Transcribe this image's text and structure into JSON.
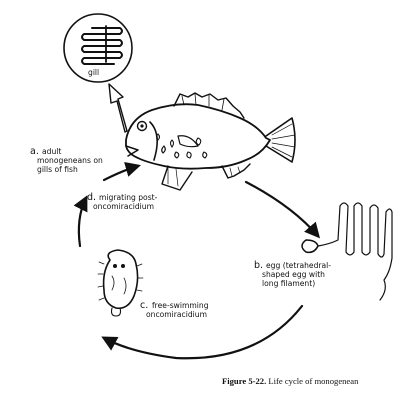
{
  "gill_label": "gill",
  "stages": {
    "a": {
      "letter": "a.",
      "lines": [
        "adult",
        "monogeneans on",
        "gills of fish"
      ]
    },
    "b": {
      "letter": "b.",
      "lines": [
        "egg (tetrahedral-",
        "shaped egg with",
        "long filament)"
      ]
    },
    "c": {
      "letter": "c.",
      "lines": [
        "free-swimming",
        "oncomiracidium"
      ]
    },
    "d": {
      "letter": "d.",
      "lines": [
        "migrating post-",
        "oncomiracidium"
      ]
    }
  },
  "caption": {
    "figure_number": "Figure 5-22.",
    "title": "Life cycle of monogenean"
  }
}
